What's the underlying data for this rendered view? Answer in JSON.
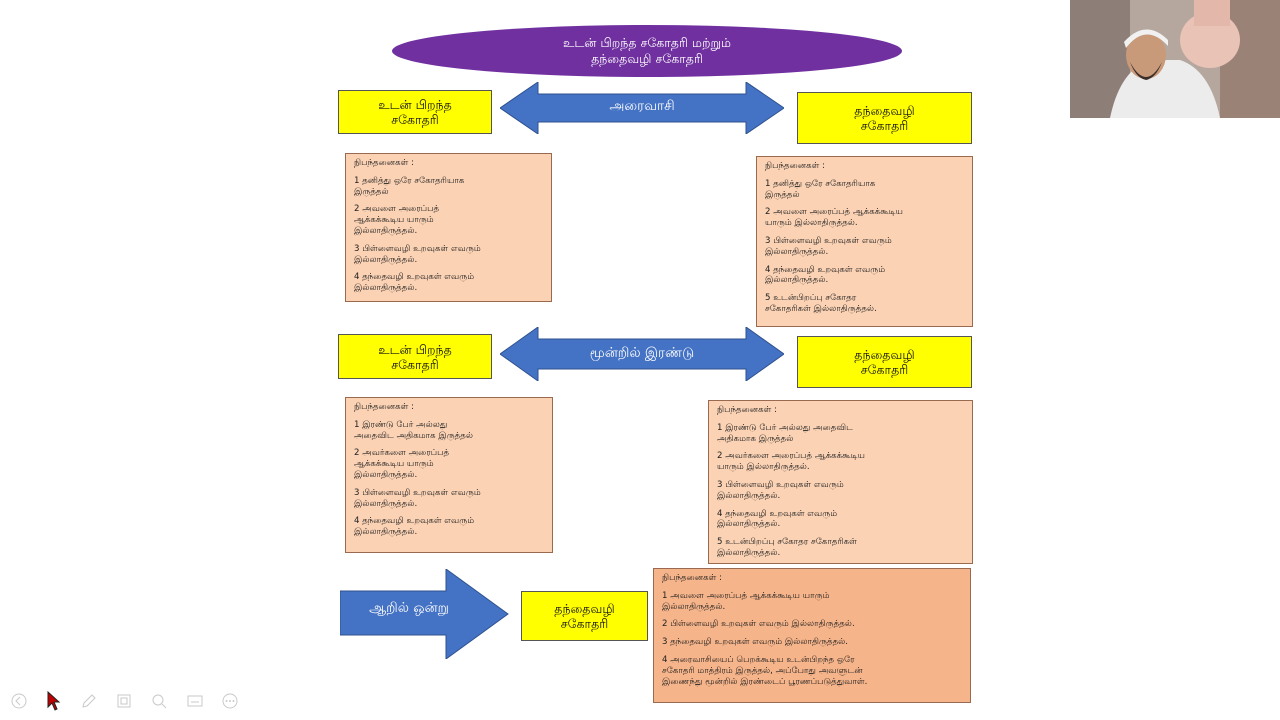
{
  "title": {
    "line1": "உடன் பிறந்த சகோதரி மற்றும்",
    "line2": "தந்தைவழி சகோதரி"
  },
  "row1": {
    "left_box": {
      "line1": "உடன் பிறந்த",
      "line2": "சகோதரி"
    },
    "arrow_label": "அரைவாசி",
    "right_box": {
      "line1": "தந்தைவழி",
      "line2": "சகோதரி"
    },
    "left_note": {
      "header": "நிபந்தனைகள் :",
      "items": [
        "1 தனித்து ஒரே சகோதரியாக\nஇருத்தல்",
        "2 அவளை அரைப்பத்\nஆக்கக்கூடிய யாரும்\nஇல்லாதிருத்தல்.",
        "3 பிள்ளைவழி உறவுகள் எவரும்\nஇல்லாதிருத்தல்.",
        "4 தந்தைவழி உறவுகள் எவரும்\nஇல்லாதிருத்தல்."
      ]
    },
    "right_note": {
      "header": "நிபந்தனைகள் :",
      "items": [
        "1 தனித்து ஒரே சகோதரியாக\nஇருத்தல்",
        "2 அவளை அரைப்பத் ஆக்கக்கூடிய\nயாரும் இல்லாதிருத்தல்.",
        "3 பிள்ளைவழி உறவுகள் எவரும்\nஇல்லாதிருத்தல்.",
        "4 தந்தைவழி உறவுகள் எவரும்\nஇல்லாதிருத்தல்.",
        "5 உடன்பிறப்பு சகோதர\nசகோதரிகள் இல்லாதிருத்தல்."
      ]
    }
  },
  "row2": {
    "left_box": {
      "line1": "உடன் பிறந்த",
      "line2": "சகோதரி"
    },
    "arrow_label": "மூன்றில் இரண்டு",
    "right_box": {
      "line1": "தந்தைவழி",
      "line2": "சகோதரி"
    },
    "left_note": {
      "header": "நிபந்தனைகள் :",
      "items": [
        "1 இரண்டு பேர் அல்லது\nஅதைவிட அதிகமாக இருத்தல்",
        "2 அவர்களை அரைப்பத்\nஆக்கக்கூடிய யாரும்\nஇல்லாதிருத்தல்.",
        "3 பிள்ளைவழி உறவுகள் எவரும்\nஇல்லாதிருத்தல்.",
        "4 தந்தைவழி உறவுகள் எவரும்\nஇல்லாதிருத்தல்."
      ]
    },
    "right_note": {
      "header": "நிபந்தனைகள் :",
      "items": [
        "1 இரண்டு பேர் அல்லது அதைவிட\nஅதிகமாக இருத்தல்",
        "2 அவர்களை அரைப்பத் ஆக்கக்கூடிய\nயாரும் இல்லாதிருத்தல்.",
        "3 பிள்ளைவழி உறவுகள் எவரும்\nஇல்லாதிருத்தல்.",
        "4 தந்தைவழி உறவுகள் எவரும்\nஇல்லாதிருத்தல்.",
        "5 உடன்பிறப்பு சகோதர சகோதரிகள்\nஇல்லாதிருத்தல்."
      ]
    }
  },
  "row3": {
    "arrow_label": "ஆறில் ஒன்று",
    "box": {
      "line1": "தந்தைவழி",
      "line2": "சகோதரி"
    },
    "note": {
      "header": "நிபந்தனைகள் :",
      "items": [
        "1 அவளை அரைப்பத் ஆக்கக்கூடிய யாரும்\nஇல்லாதிருத்தல்.",
        "2 பிள்ளைவழி உறவுகள் எவரும் இல்லாதிருத்தல்.",
        "3 தந்தைவழி உறவுகள் எவரும் இல்லாதிருத்தல்.",
        "4 அரைவாசியைப் பெறக்கூடிய உடன்பிறந்த ஒரே\nசகோதரி மாத்திரம் இருத்தல், அப்போது அவளுடன்\nஇணைந்து மூன்றில் இரண்டைப் பூரணப்படுத்துவாள்."
      ]
    }
  },
  "colors": {
    "purple": "#7030a0",
    "yellow": "#ffff00",
    "blue_arrow": "#4472c4",
    "peach": "#fbd2b4",
    "orange": "#f6b48a"
  },
  "toolbar_icons": [
    "back-icon",
    "pointer-icon",
    "pen-icon",
    "slides-icon",
    "zoom-icon",
    "subtitles-icon",
    "more-icon"
  ]
}
